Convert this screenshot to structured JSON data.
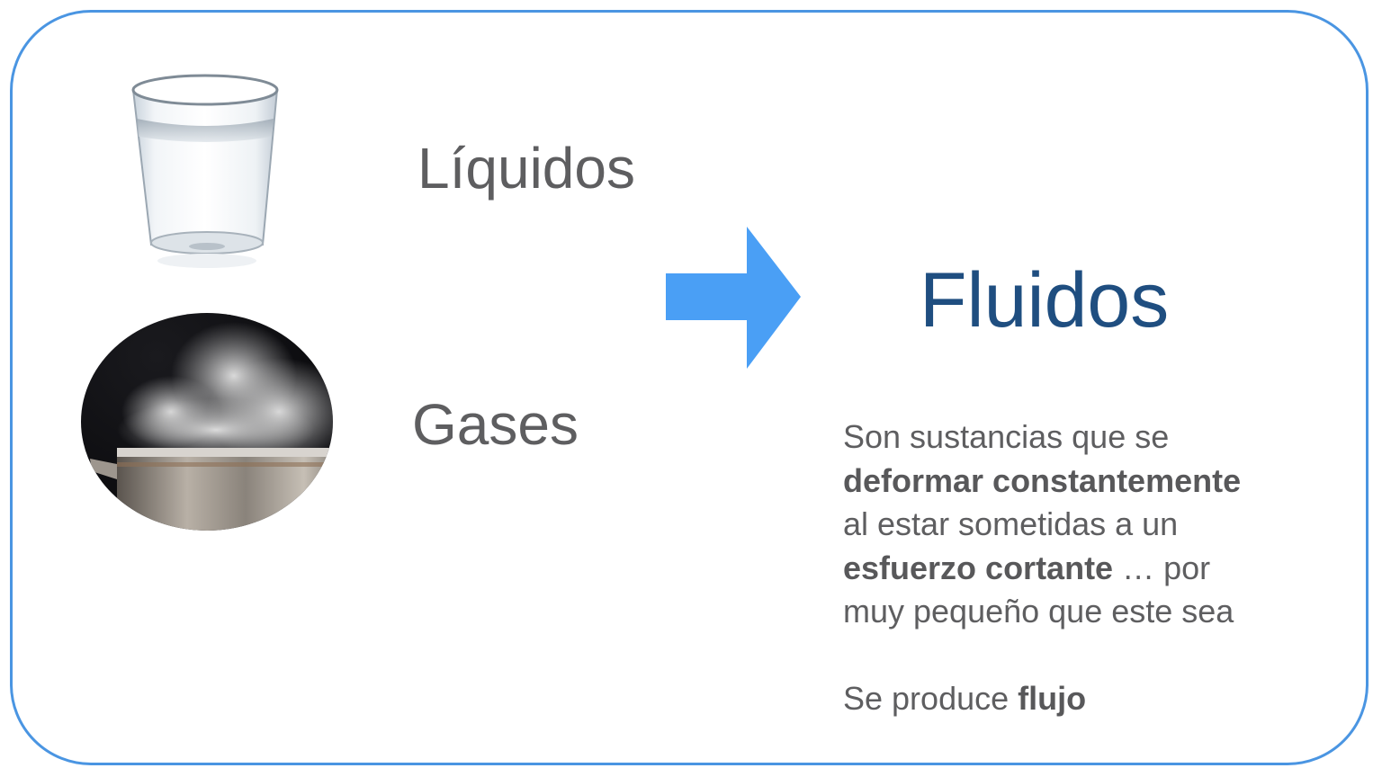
{
  "slide": {
    "frame_color": "#4a95e2",
    "left_items": [
      {
        "label": "Líquidos",
        "image": "glass-of-water-image"
      },
      {
        "label": "Gases",
        "image": "steaming-pot-image"
      }
    ],
    "arrow": {
      "icon": "right-arrow-icon",
      "color": "#4a9ff5"
    },
    "title": {
      "text": "Fluidos",
      "color": "#1f4e80"
    },
    "definition": {
      "line1": "Son sustancias que se",
      "line2_bold": "deformar constantemente",
      "line3": "al estar sometidas a un",
      "line4_bold": "esfuerzo cortante",
      "line4_rest": " … por",
      "line5": "muy pequeño que este sea",
      "conclusion_prefix": "Se produce ",
      "conclusion_bold": "flujo"
    }
  }
}
